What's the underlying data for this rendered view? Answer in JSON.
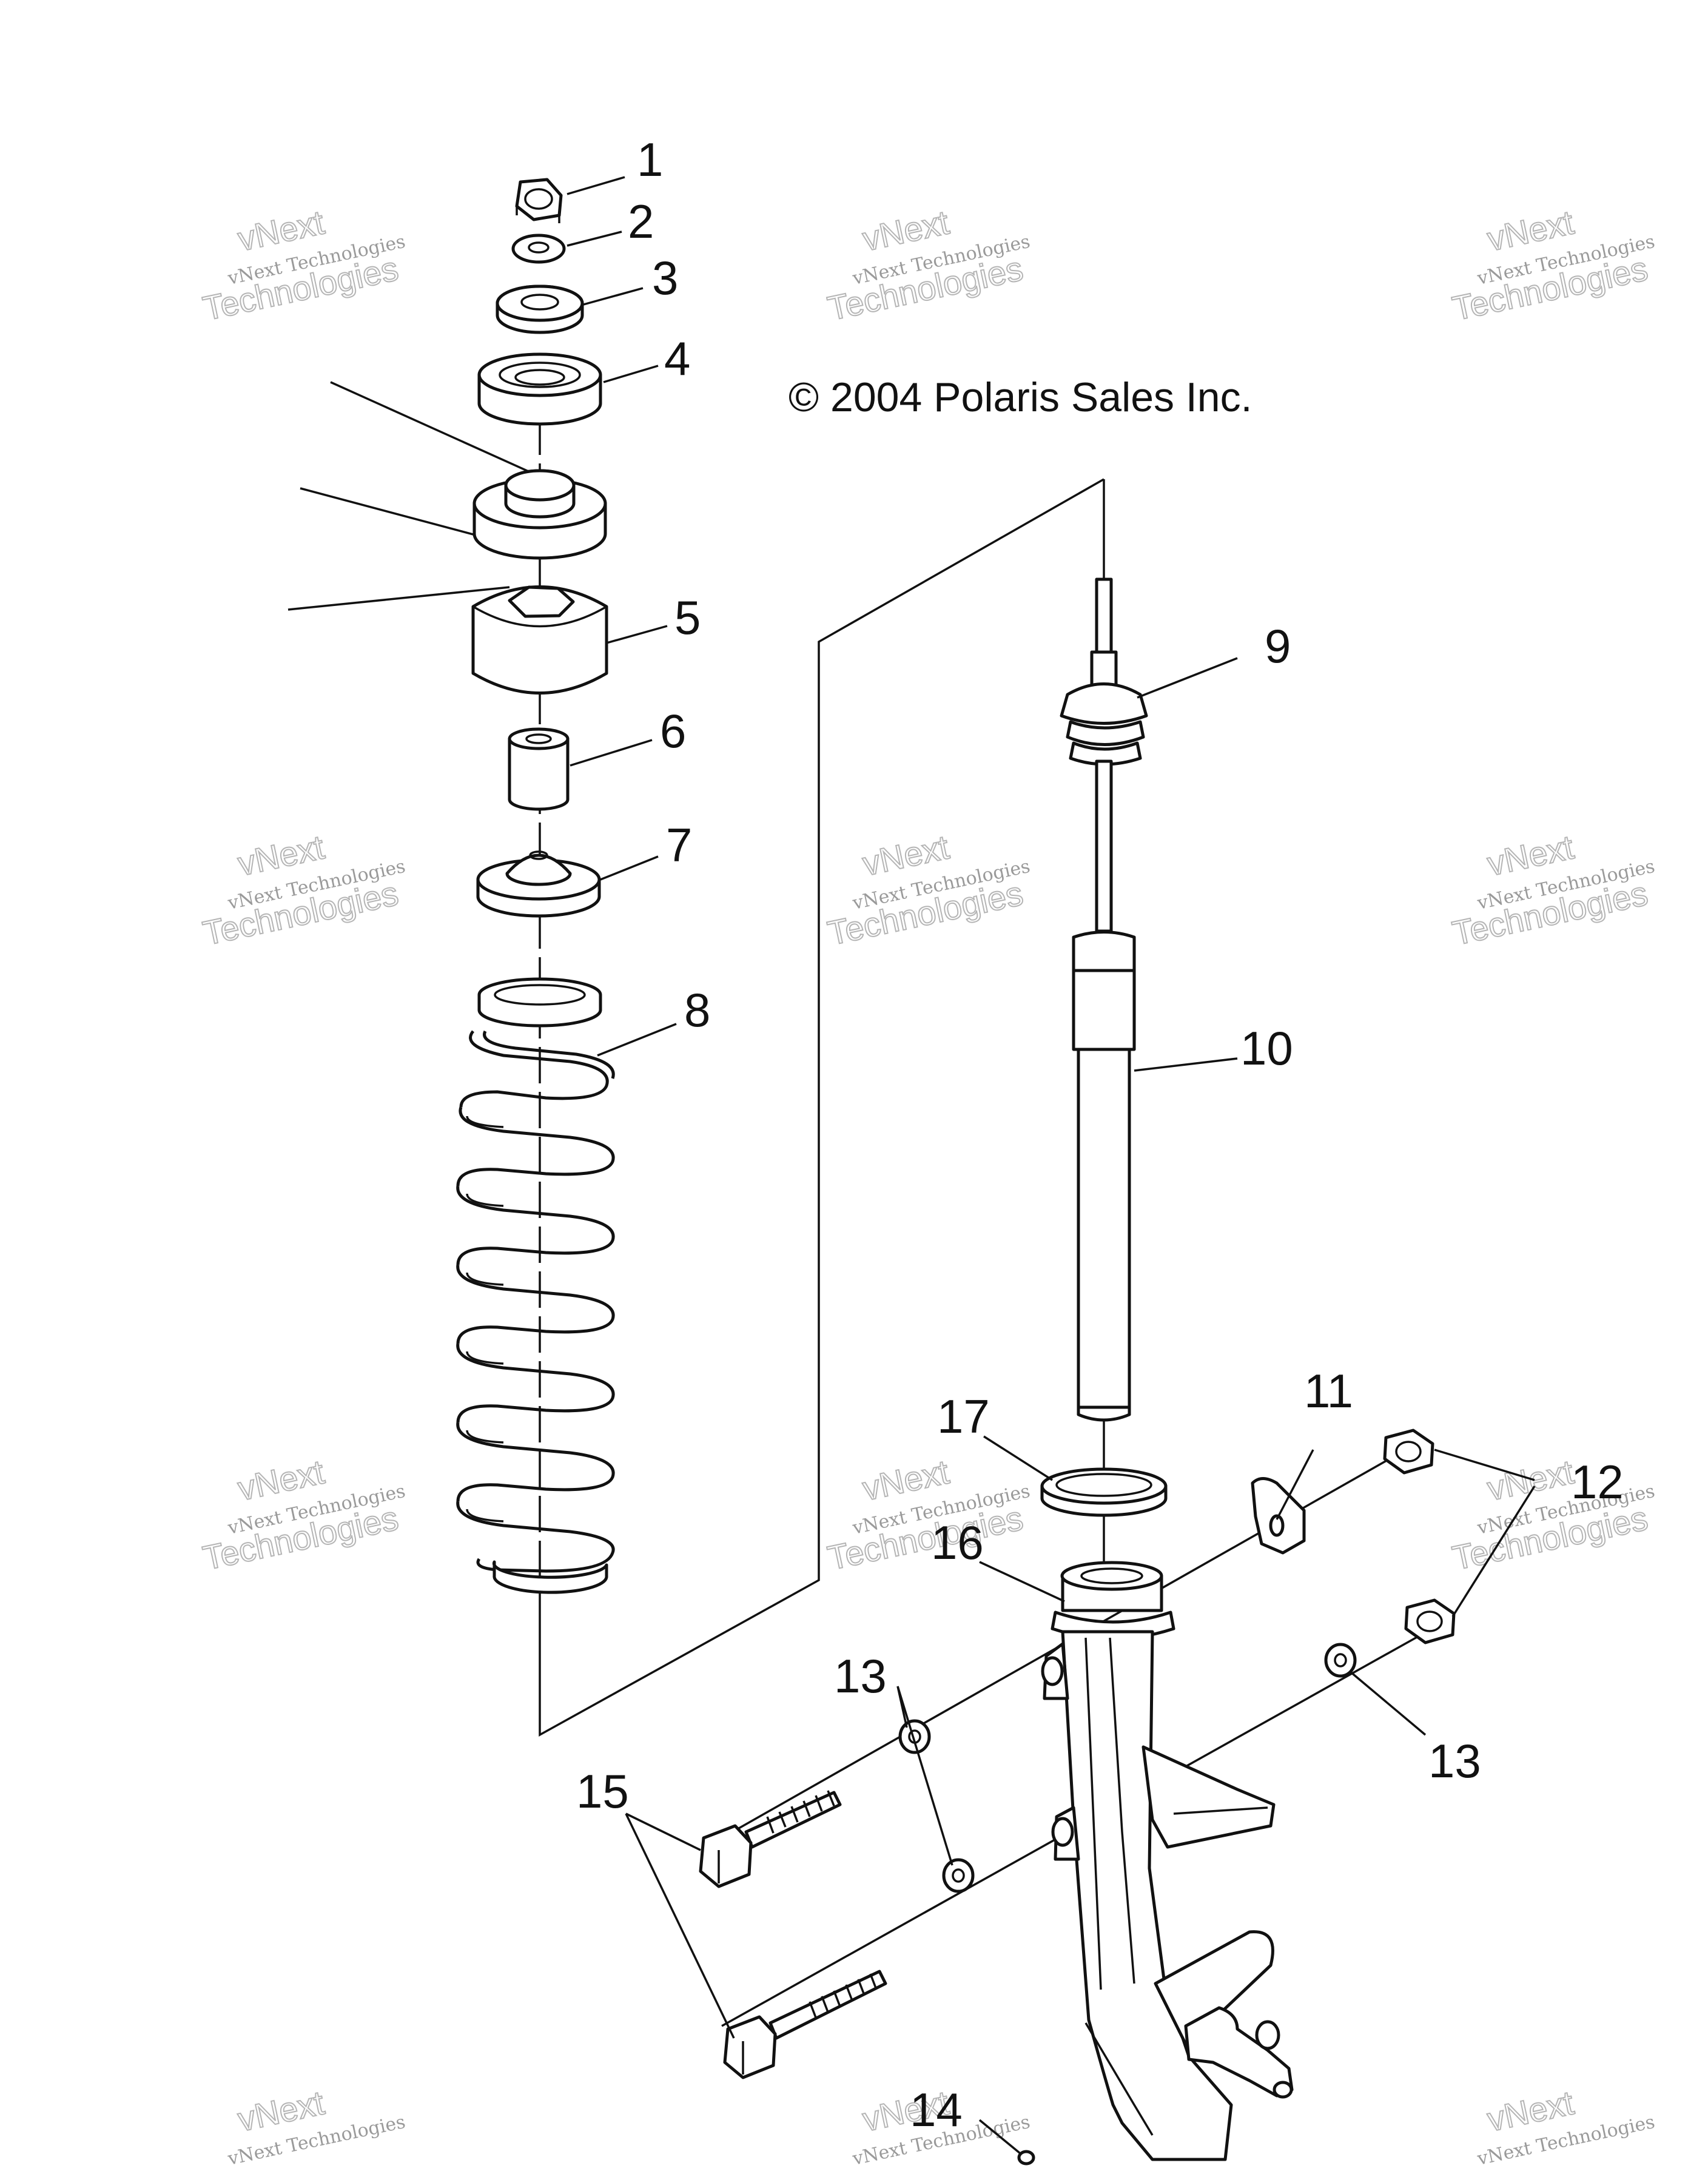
{
  "copyright": "© 2004 Polaris Sales Inc.",
  "watermark": {
    "line1": "vNext Technologies",
    "line2": "Technologies",
    "line3": "vNext"
  },
  "callouts": [
    "1",
    "2",
    "3",
    "4",
    "5",
    "6",
    "7",
    "8",
    "9",
    "10",
    "11",
    "12",
    "13",
    "14",
    "15",
    "16",
    "17"
  ],
  "colors": {
    "ink": "#111111",
    "watermark": "#9a9a9a",
    "background": "#ffffff"
  }
}
